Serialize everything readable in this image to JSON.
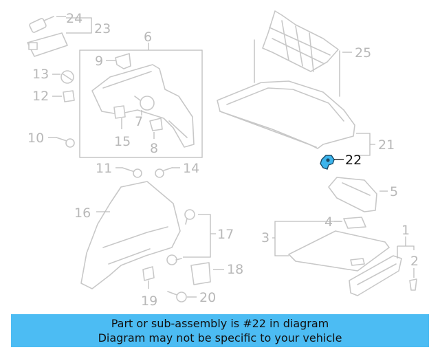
{
  "callouts": {
    "c1": "1",
    "c2": "2",
    "c3": "3",
    "c4": "4",
    "c5": "5",
    "c6": "6",
    "c7": "7",
    "c8": "8",
    "c9": "9",
    "c10": "10",
    "c11": "11",
    "c12": "12",
    "c13": "13",
    "c14": "14",
    "c15": "15",
    "c16": "16",
    "c17": "17",
    "c18": "18",
    "c19": "19",
    "c20": "20",
    "c21": "21",
    "c22": "22",
    "c23": "23",
    "c24": "24",
    "c25": "25"
  },
  "highlighted_part": "22",
  "colors": {
    "highlight_part": "#3cb4ec",
    "banner_bg": "#4cbcf3",
    "part_stroke": "#c8c8c8"
  },
  "banner": {
    "line1": "Part or sub-assembly is #22 in diagram",
    "line2": "Diagram may not be specific to your vehicle"
  }
}
